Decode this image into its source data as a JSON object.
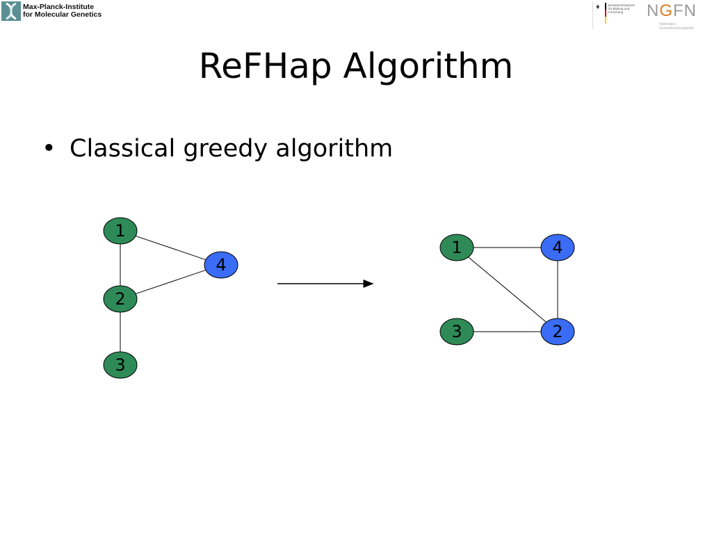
{
  "header": {
    "mpi_line1": "Max-Planck-Institute",
    "mpi_line2": "for Molecular Genetics",
    "bmbf_text": "Bundesministerium für Bildung und Forschung",
    "ngfn_word": "NGFN",
    "ngfn_sub": "Nationales Genomforschungsnetz"
  },
  "slide": {
    "title": "ReFHap Algorithm",
    "bullet_char": "•",
    "bullet": "Classical greedy algorithm"
  },
  "colors": {
    "green_node": "#2e8b57",
    "blue_node": "#3a6cf5",
    "edge": "#000000"
  },
  "graphs": {
    "left": {
      "nodes": [
        {
          "id": "1",
          "color": "green"
        },
        {
          "id": "4",
          "color": "blue"
        },
        {
          "id": "2",
          "color": "green"
        },
        {
          "id": "3",
          "color": "green"
        }
      ],
      "edges": [
        [
          "1",
          "2"
        ],
        [
          "1",
          "4"
        ],
        [
          "2",
          "4"
        ],
        [
          "2",
          "3"
        ]
      ]
    },
    "right": {
      "nodes": [
        {
          "id": "1",
          "color": "green"
        },
        {
          "id": "4",
          "color": "blue"
        },
        {
          "id": "3",
          "color": "green"
        },
        {
          "id": "2",
          "color": "blue"
        }
      ],
      "edges": [
        [
          "1",
          "4"
        ],
        [
          "1",
          "2"
        ],
        [
          "4",
          "2"
        ],
        [
          "3",
          "2"
        ]
      ]
    }
  }
}
